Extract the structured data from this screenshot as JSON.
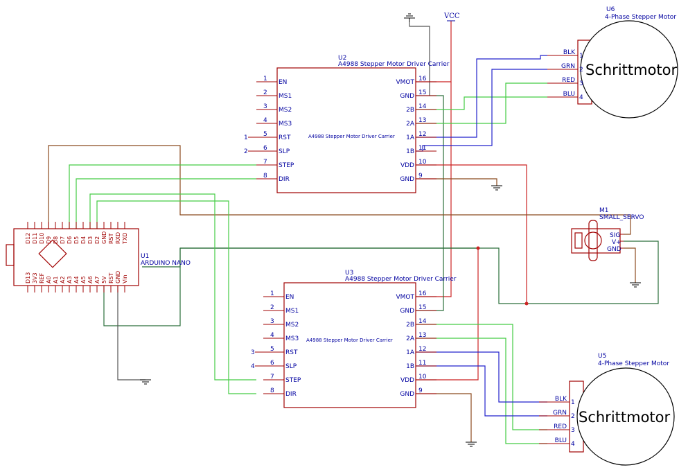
{
  "power": {
    "vcc_label": "VCC"
  },
  "u2": {
    "ref": "U2",
    "title": "A4988 Stepper Motor Driver Carrier",
    "center_label": "A4988 Stepper Motor Driver Carrier",
    "left_pins": [
      {
        "num": "1",
        "name": "EN"
      },
      {
        "num": "2",
        "name": "MS1"
      },
      {
        "num": "3",
        "name": "MS2"
      },
      {
        "num": "4",
        "name": "MS3"
      },
      {
        "num": "5",
        "name": "RST"
      },
      {
        "num": "6",
        "name": "SLP"
      },
      {
        "num": "7",
        "name": "STEP"
      },
      {
        "num": "8",
        "name": "DIR"
      }
    ],
    "right_pins": [
      {
        "num": "16",
        "name": "VMOT"
      },
      {
        "num": "15",
        "name": "GND"
      },
      {
        "num": "14",
        "name": "2B"
      },
      {
        "num": "13",
        "name": "2A"
      },
      {
        "num": "12",
        "name": "1A"
      },
      {
        "num": "11",
        "name": "1B"
      },
      {
        "num": "10",
        "name": "VDD"
      },
      {
        "num": "9",
        "name": "GND"
      }
    ],
    "net_rst": "1",
    "net_slp": "2"
  },
  "u3": {
    "ref": "U3",
    "title": "A4988 Stepper Motor Driver Carrier",
    "center_label": "A4988 Stepper Motor Driver Carrier",
    "left_pins": [
      {
        "num": "1",
        "name": "EN"
      },
      {
        "num": "2",
        "name": "MS1"
      },
      {
        "num": "3",
        "name": "MS2"
      },
      {
        "num": "4",
        "name": "MS3"
      },
      {
        "num": "5",
        "name": "RST"
      },
      {
        "num": "6",
        "name": "SLP"
      },
      {
        "num": "7",
        "name": "STEP"
      },
      {
        "num": "8",
        "name": "DIR"
      }
    ],
    "right_pins": [
      {
        "num": "16",
        "name": "VMOT"
      },
      {
        "num": "15",
        "name": "GND"
      },
      {
        "num": "14",
        "name": "2B"
      },
      {
        "num": "13",
        "name": "2A"
      },
      {
        "num": "12",
        "name": "1A"
      },
      {
        "num": "11",
        "name": "1B"
      },
      {
        "num": "10",
        "name": "VDD"
      },
      {
        "num": "9",
        "name": "GND"
      }
    ],
    "net_rst": "3",
    "net_slp": "4"
  },
  "u6": {
    "ref": "U6",
    "title": "4-Phase Stepper Motor",
    "body": "Schrittmotor",
    "pins": [
      {
        "num": "1",
        "name": "BLK"
      },
      {
        "num": "2",
        "name": "GRN"
      },
      {
        "num": "3",
        "name": "RED"
      },
      {
        "num": "4",
        "name": "BLU"
      }
    ]
  },
  "u5": {
    "ref": "U5",
    "title": "4-Phase Stepper Motor",
    "body": "Schrittmotor",
    "pins": [
      {
        "num": "1",
        "name": "BLK"
      },
      {
        "num": "2",
        "name": "GRN"
      },
      {
        "num": "3",
        "name": "RED"
      },
      {
        "num": "4",
        "name": "BLU"
      }
    ]
  },
  "m1": {
    "ref": "M1",
    "title": "SMALL_SERVO",
    "pins": [
      "SIG",
      "V+",
      "GND"
    ]
  },
  "u1": {
    "ref": "U1",
    "title": "ARDUINO NANO",
    "top_pins": [
      "D12",
      "D11",
      "D10",
      "D9",
      "D8",
      "D7",
      "D6",
      "D5",
      "D4",
      "D3",
      "D2",
      "GND",
      "RST",
      "RXD",
      "TXD"
    ],
    "bottom_pins": [
      "D13",
      "3V3",
      "REF",
      "A0",
      "A1",
      "A2",
      "A3",
      "A4",
      "A5",
      "A6",
      "A7",
      "5V",
      "RST",
      "GND",
      "Vin"
    ]
  },
  "colors": {
    "part_outline": "#a00000",
    "label_text": "#0000a0",
    "wire_green": "#44cc44",
    "wire_blue": "#2222cc",
    "wire_red": "#cc2222",
    "wire_brown": "#8b4a1e",
    "wire_dark_green": "#2a6e3a"
  }
}
